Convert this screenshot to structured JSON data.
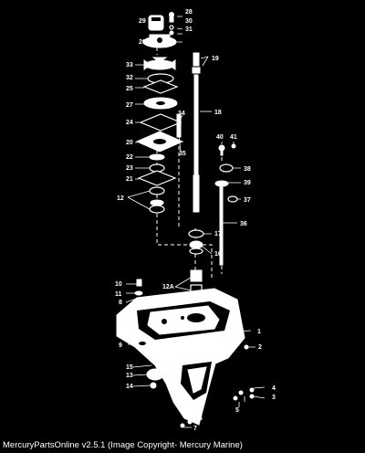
{
  "footer": "MercuryPartsOnline v2.5.1 (Image Copyright- Mercury Marine)",
  "labels": [
    "29",
    "28",
    "30",
    "31",
    "26",
    "19",
    "33",
    "32",
    "25",
    "27",
    "18",
    "24",
    "34",
    "20",
    "35",
    "40",
    "41",
    "22",
    "23",
    "38",
    "21",
    "39",
    "37",
    "12",
    "17",
    "36",
    "16",
    "10",
    "11",
    "12A",
    "8",
    "1",
    "9",
    "2",
    "15",
    "13",
    "4",
    "14",
    "3",
    "5",
    "6",
    "7"
  ],
  "colors": {
    "background": "#000000",
    "ink": "#ffffff"
  }
}
